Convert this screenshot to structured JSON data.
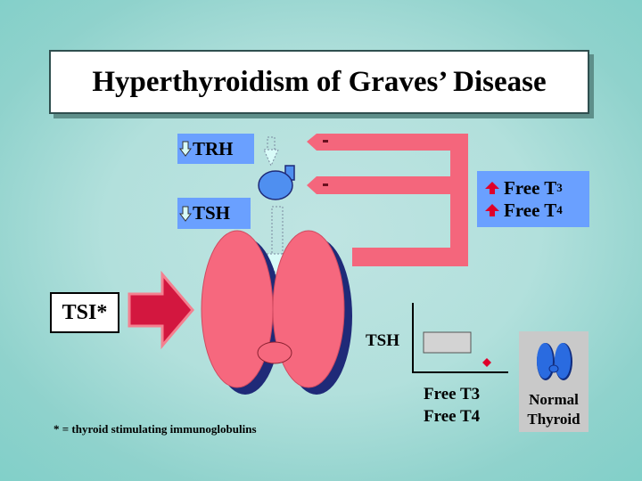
{
  "title": "Hyperthyroidism of Graves’ Disease",
  "labels": {
    "trh": "TRH",
    "tsh": "TSH",
    "free_t3_prefix": "Free T",
    "free_t3_sub": "3",
    "free_t4_prefix": "Free T",
    "free_t4_sub": "4",
    "tsi": "TSI*"
  },
  "footnote": "* = thyroid stimulating immunoglobulins",
  "graph": {
    "y_label": "TSH",
    "x_label_line1": "Free T3",
    "x_label_line2": "Free T4"
  },
  "normal_thyroid": {
    "line1": "Normal",
    "line2": "Thyroid"
  },
  "colors": {
    "thyroid_pink": "#f6687e",
    "thyroid_shadow": "#1f2a78",
    "feedback_pink": "#f4667c",
    "label_blue": "#6aa0ff",
    "tsi_arrow_red": "#d3173f",
    "up_arrow_red": "#e0002a",
    "pituitary_blue": "#4f8ff0",
    "normal_thyroid_blue": "#2a6be0"
  },
  "icons": {
    "down_arrow": "down-arrow-icon",
    "up_arrow": "up-arrow-icon",
    "minus": "inhibition-minus-icon"
  }
}
